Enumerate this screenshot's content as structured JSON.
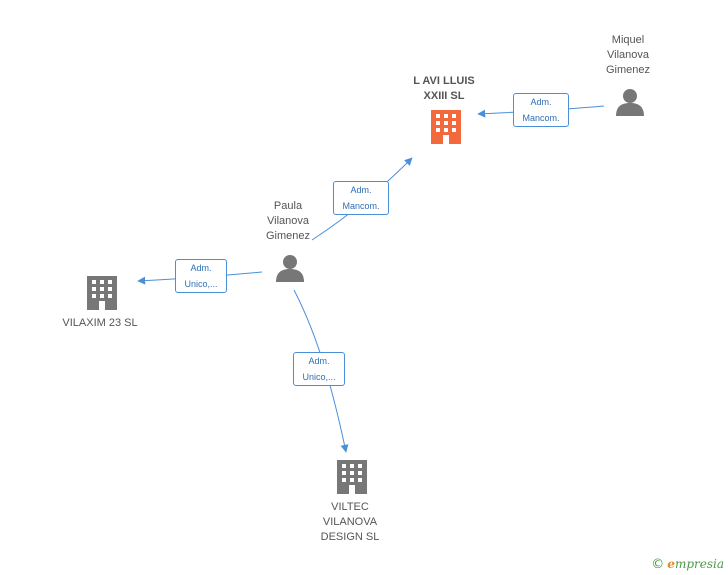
{
  "nodes": {
    "main_company": {
      "line1": "L AVI LLUIS",
      "line2": "XXIII  SL",
      "color": "#f26a3c"
    },
    "miquel": {
      "line1": "Miquel",
      "line2": "Vilanova",
      "line3": "Gimenez"
    },
    "paula": {
      "line1": "Paula",
      "line2": "Vilanova",
      "line3": "Gimenez"
    },
    "vilaxim": {
      "line1": "VILAXIM 23  SL"
    },
    "viltec": {
      "line1": "VILTEC",
      "line2": "VILANOVA",
      "line3": "DESIGN  SL"
    }
  },
  "edges": {
    "miquel_main": {
      "line1": "Adm.",
      "line2": "Mancom."
    },
    "paula_main": {
      "line1": "Adm.",
      "line2": "Mancom."
    },
    "paula_vilaxim": {
      "line1": "Adm.",
      "line2": "Unico,..."
    },
    "paula_viltec": {
      "line1": "Adm.",
      "line2": "Unico,..."
    }
  },
  "colors": {
    "edge": "#4a90d9",
    "person": "#777777",
    "company": "#777777"
  },
  "footer": {
    "copyright": "©",
    "brand_initial": "e",
    "brand_rest": "mpresia"
  }
}
